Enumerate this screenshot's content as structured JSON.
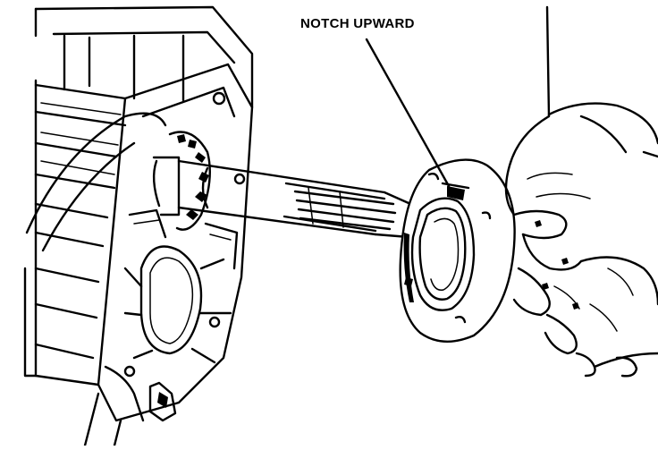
{
  "diagram": {
    "callout_label": "NOTCH UPWARD",
    "ink_color": "#000000",
    "background_color": "#ffffff",
    "parts": [
      "transmission-case",
      "input-shaft",
      "bearing-retainer-seal",
      "hand-icon"
    ]
  }
}
